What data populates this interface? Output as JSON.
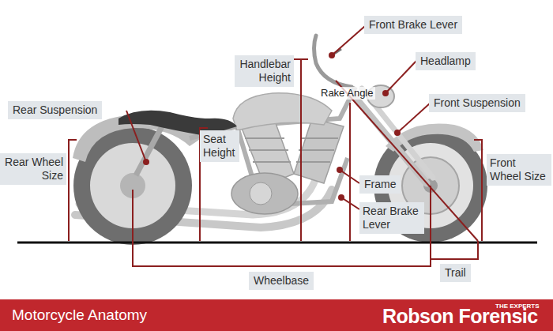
{
  "diagram": {
    "title": "Motorcycle Anatomy",
    "nodes": [
      {
        "text": [
          "Front Brake Lever"
        ]
      },
      {
        "text": [
          "Headlamp"
        ]
      },
      {
        "text": [
          "Handlebar Height"
        ]
      },
      {
        "text": [
          "Front Suspension"
        ]
      },
      {
        "text": [
          "Rear Suspension"
        ]
      },
      {
        "text": [
          "Seat Height"
        ]
      },
      {
        "text": [
          "Rear Wheel Size"
        ]
      },
      {
        "text": [
          "Front Wheel Size"
        ]
      },
      {
        "text": [
          "Frame"
        ]
      },
      {
        "text": [
          "Rear Brake Lever"
        ]
      },
      {
        "text": [
          "Trail"
        ]
      },
      {
        "text": [
          "Wheelbase"
        ]
      }
    ],
    "labels": [
      "Rake Angle",
      "THE EXPERTS",
      "Robson Forensic"
    ]
  }
}
